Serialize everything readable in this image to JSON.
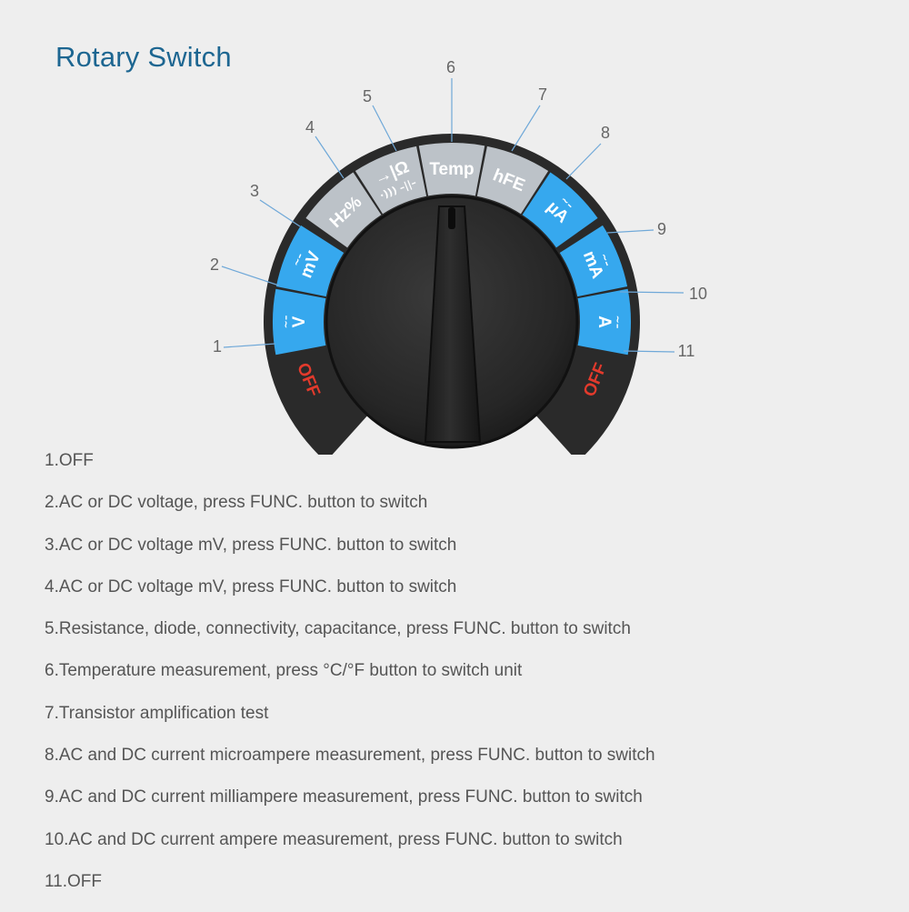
{
  "title": "Rotary Switch",
  "colors": {
    "title": "#1d6691",
    "bezel": "#2a2a2a",
    "blue_segment": "#36a8ee",
    "gray_segment": "#bcc2c8",
    "off_text": "#e23a2c",
    "knob": "#1f1f1f"
  },
  "dial": {
    "positions": [
      {
        "number": "1",
        "label": "OFF",
        "style": "off"
      },
      {
        "number": "2",
        "label": "V",
        "mark": "~–",
        "style": "blue"
      },
      {
        "number": "3",
        "label": "mV",
        "mark": "~–",
        "style": "blue"
      },
      {
        "number": "4",
        "label": "Hz%",
        "style": "gray"
      },
      {
        "number": "5",
        "label": "→|Ω",
        "label2": "·))) –||–",
        "style": "gray"
      },
      {
        "number": "6",
        "label": "Temp",
        "style": "gray"
      },
      {
        "number": "7",
        "label": "hFE",
        "style": "gray"
      },
      {
        "number": "8",
        "label": "µA",
        "mark": "~–",
        "style": "blue"
      },
      {
        "number": "9",
        "label": "mA",
        "mark": "~–",
        "style": "blue"
      },
      {
        "number": "10",
        "label": "A",
        "mark": "~–",
        "style": "blue"
      },
      {
        "number": "11",
        "label": "OFF",
        "style": "off"
      }
    ]
  },
  "descriptions": [
    "1.OFF",
    "2.AC or DC voltage, press FUNC. button to switch",
    "3.AC or DC voltage mV, press FUNC. button to switch",
    "4.AC or DC voltage mV, press FUNC. button to switch",
    "5.Resistance, diode, connectivity, capacitance, press FUNC. button to switch",
    "6.Temperature measurement, press °C/°F button to switch unit",
    "7.Transistor amplification test",
    "8.AC and DC current microampere measurement, press FUNC. button to switch",
    "9.AC and DC current milliampere measurement, press FUNC. button to switch",
    "10.AC and DC current ampere measurement, press FUNC. button to switch",
    "11.OFF"
  ]
}
